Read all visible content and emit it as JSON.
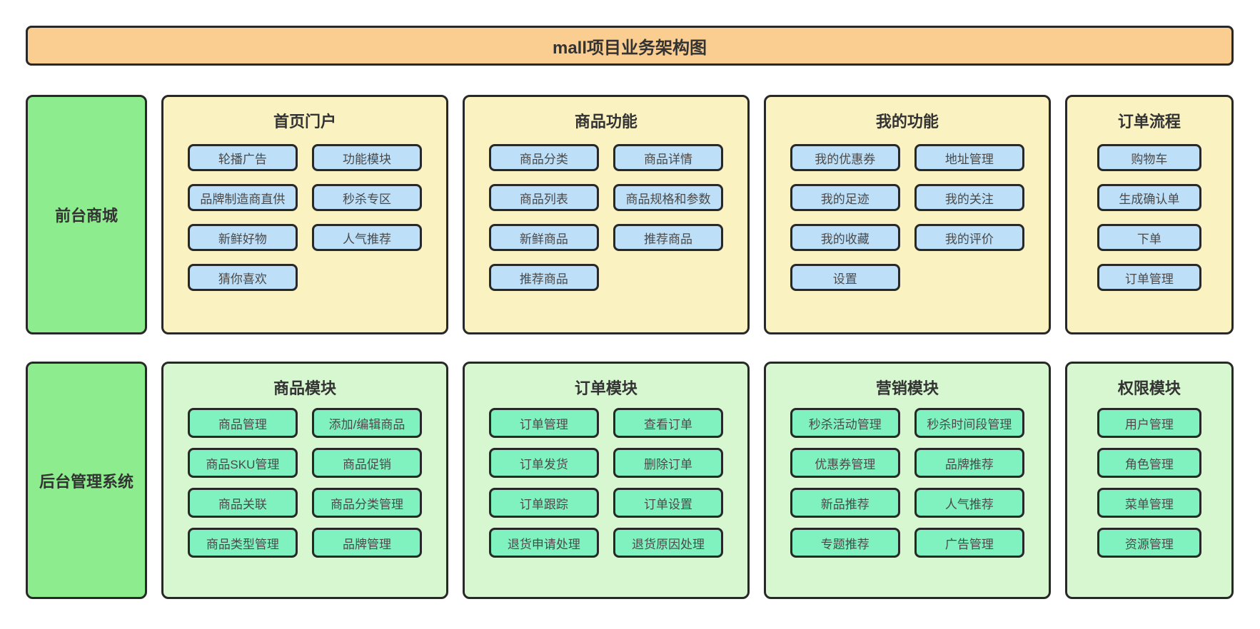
{
  "title": "mall项目业务架构图",
  "colors": {
    "banner_bg": "#FACD91",
    "sidebar_bg": "#8DEC8D",
    "frontend_panel_bg": "#FBF2C2",
    "frontend_node_bg": "#BDDFF7",
    "backend_panel_bg": "#D6F7CF",
    "backend_node_bg": "#80F2BF",
    "border": "#282828",
    "text": "#333333"
  },
  "rows": [
    {
      "sidebar": "前台商城",
      "theme": "frontend",
      "panels": [
        {
          "title": "首页门户",
          "columns": [
            [
              "轮播广告",
              "品牌制造商直供",
              "新鲜好物",
              "猜你喜欢"
            ],
            [
              "功能模块",
              "秒杀专区",
              "人气推荐"
            ]
          ]
        },
        {
          "title": "商品功能",
          "columns": [
            [
              "商品分类",
              "商品列表",
              "新鲜商品",
              "推荐商品"
            ],
            [
              "商品详情",
              "商品规格和参数",
              "推荐商品"
            ]
          ]
        },
        {
          "title": "我的功能",
          "columns": [
            [
              "我的优惠券",
              "我的足迹",
              "我的收藏",
              "设置"
            ],
            [
              "地址管理",
              "我的关注",
              "我的评价"
            ]
          ]
        },
        {
          "title": "订单流程",
          "columns": [
            [
              "购物车",
              "生成确认单",
              "下单",
              "订单管理"
            ]
          ]
        }
      ]
    },
    {
      "sidebar": "后台管理系统",
      "theme": "backend",
      "panels": [
        {
          "title": "商品模块",
          "columns": [
            [
              "商品管理",
              "商品SKU管理",
              "商品关联",
              "商品类型管理"
            ],
            [
              "添加/编辑商品",
              "商品促销",
              "商品分类管理",
              "品牌管理"
            ]
          ]
        },
        {
          "title": "订单模块",
          "columns": [
            [
              "订单管理",
              "订单发货",
              "订单跟踪",
              "退货申请处理"
            ],
            [
              "查看订单",
              "删除订单",
              "订单设置",
              "退货原因处理"
            ]
          ]
        },
        {
          "title": "营销模块",
          "columns": [
            [
              "秒杀活动管理",
              "优惠券管理",
              "新品推荐",
              "专题推荐"
            ],
            [
              "秒杀时间段管理",
              "品牌推荐",
              "人气推荐",
              "广告管理"
            ]
          ]
        },
        {
          "title": "权限模块",
          "columns": [
            [
              "用户管理",
              "角色管理",
              "菜单管理",
              "资源管理"
            ]
          ]
        }
      ]
    }
  ]
}
